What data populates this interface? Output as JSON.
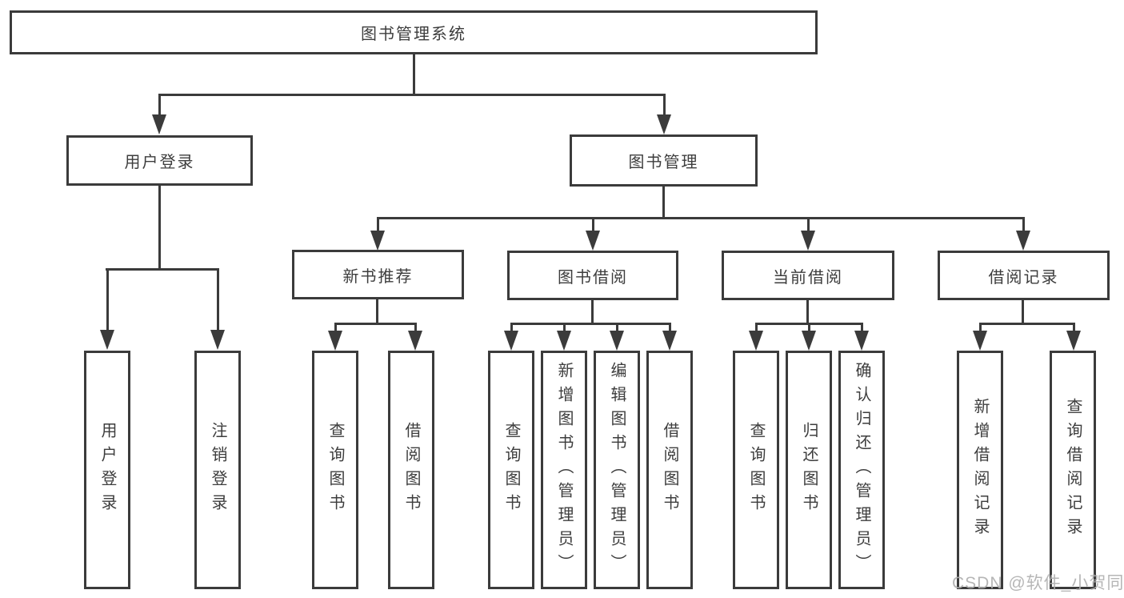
{
  "diagram": {
    "title": "图书管理系统",
    "branches": [
      {
        "label": "用户登录",
        "children": [
          {
            "label": "用户登录"
          },
          {
            "label": "注销登录"
          }
        ]
      },
      {
        "label": "图书管理",
        "children": [
          {
            "label": "新书推荐",
            "children": [
              {
                "label": "查询图书"
              },
              {
                "label": "借阅图书"
              }
            ]
          },
          {
            "label": "图书借阅",
            "children": [
              {
                "label": "查询图书"
              },
              {
                "label": "新增图书（管理员）"
              },
              {
                "label": "编辑图书（管理员）"
              },
              {
                "label": "借阅图书"
              }
            ]
          },
          {
            "label": "当前借阅",
            "children": [
              {
                "label": "查询图书"
              },
              {
                "label": "归还图书"
              },
              {
                "label": "确认归还（管理员）"
              }
            ]
          },
          {
            "label": "借阅记录",
            "children": [
              {
                "label": "新增借阅记录"
              },
              {
                "label": "查询借阅记录"
              }
            ]
          }
        ]
      }
    ]
  },
  "watermark": {
    "text": "CSDN @软件_小贺同学"
  },
  "colors": {
    "line": "#3b3b3b",
    "text": "#3d3d3d",
    "bg": "#ffffff",
    "watermark": "#b0b0b0"
  }
}
